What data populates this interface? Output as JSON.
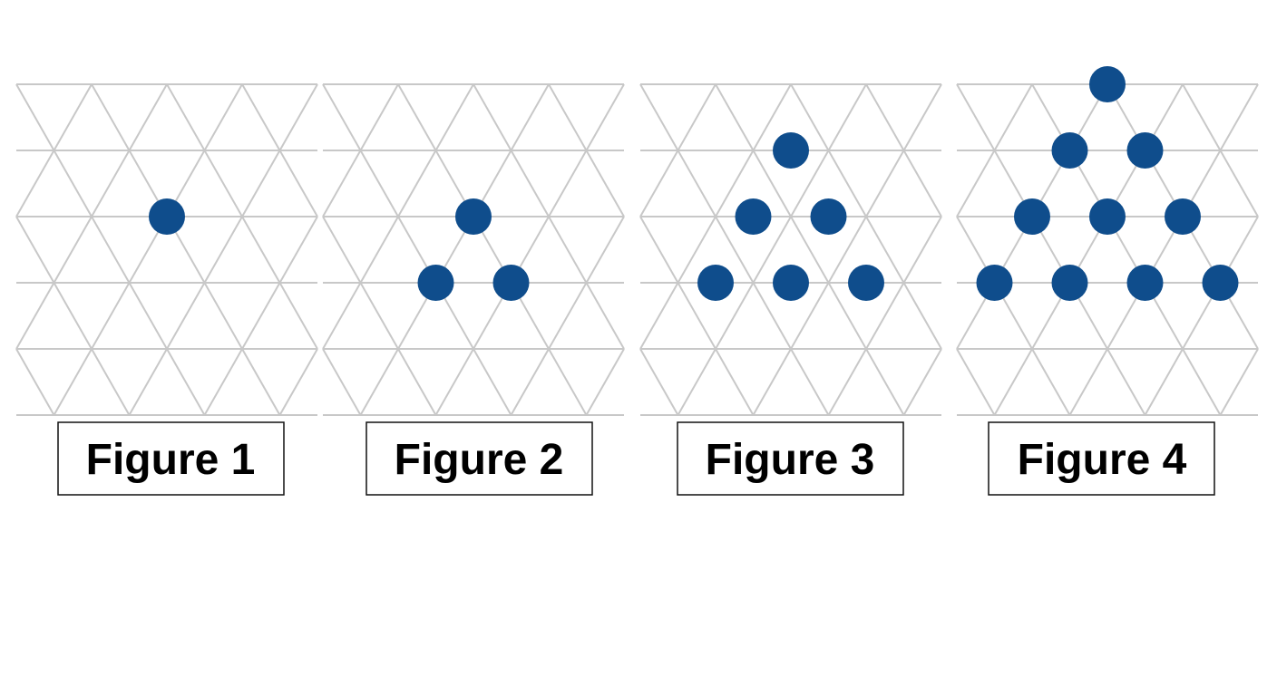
{
  "figures": [
    {
      "label": "Figure 1",
      "dots": [
        [
          2,
          2
        ]
      ]
    },
    {
      "label": "Figure 2",
      "dots": [
        [
          2,
          2
        ],
        [
          1.5,
          3
        ],
        [
          2.5,
          3
        ]
      ]
    },
    {
      "label": "Figure 3",
      "dots": [
        [
          2,
          1
        ],
        [
          1.5,
          2
        ],
        [
          2.5,
          2
        ],
        [
          1,
          3
        ],
        [
          2,
          3
        ],
        [
          3,
          3
        ]
      ]
    },
    {
      "label": "Figure 4",
      "dots": [
        [
          2,
          0
        ],
        [
          1.5,
          1
        ],
        [
          2.5,
          1
        ],
        [
          1,
          2
        ],
        [
          2,
          2
        ],
        [
          3,
          2
        ],
        [
          0.5,
          3
        ],
        [
          1.5,
          3
        ],
        [
          2.5,
          3
        ],
        [
          3.5,
          3
        ]
      ]
    }
  ],
  "colors": {
    "dot": "#0f4d8c",
    "grid": "#c8c8c8"
  }
}
